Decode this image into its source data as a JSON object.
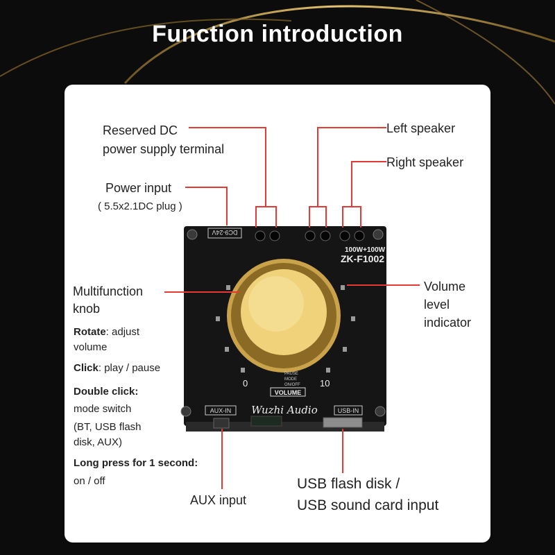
{
  "title": "Function introduction",
  "colors": {
    "accent_line": "#e53935",
    "gold": "#c9a24a",
    "board": "#141414",
    "panel": "#ffffff"
  },
  "labels": {
    "reserved_dc": [
      "Reserved DC",
      "power supply terminal"
    ],
    "power_input": "Power input",
    "power_input_sub": "( 5.5x2.1DC plug )",
    "left_speaker": "Left speaker",
    "right_speaker": "Right speaker",
    "multifunction_knob": [
      "Multifunction",
      "knob"
    ],
    "volume_indicator": [
      "Volume",
      "level",
      "indicator"
    ],
    "aux_input": "AUX input",
    "usb_input": [
      "USB flash disk /",
      "USB sound card input"
    ]
  },
  "functions": {
    "rotate_key": "Rotate",
    "rotate_val": ": adjust",
    "rotate_val2": "volume",
    "click_key": "Click",
    "click_val": ": play / pause",
    "double_key": "Double click:",
    "double_val": [
      "mode switch",
      "(BT, USB flash",
      "disk, AUX)"
    ],
    "long_key": "Long press for 1 second:",
    "long_val": "on / off"
  },
  "board": {
    "model": "ZK-F1002",
    "power_rating": "100W+100W",
    "dc_label": "DC9-24V",
    "brand": "Wuzhi Audio",
    "aux_label": "AUX-IN",
    "usb_label": "USB-IN",
    "volume_label": "VOLUME",
    "scale_min": "0",
    "scale_max": "10",
    "legend": [
      "PAUSE",
      "MODE",
      "ON/OFF"
    ]
  }
}
